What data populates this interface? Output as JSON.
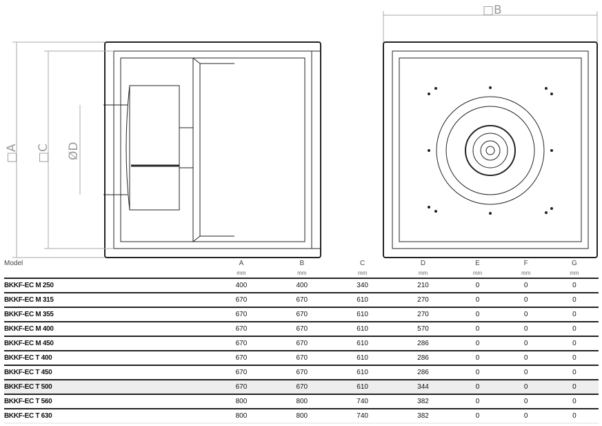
{
  "dimension_labels": {
    "a": "□A",
    "b": "□B",
    "c": "□C",
    "d": "ØD"
  },
  "table": {
    "columns": [
      "Model",
      "A",
      "B",
      "C",
      "D",
      "E",
      "F",
      "G"
    ],
    "units": [
      "",
      "mm",
      "mm",
      "mm",
      "mm",
      "mm",
      "mm",
      "mm"
    ],
    "rows": [
      [
        "BKKF-EC M 250",
        "400",
        "400",
        "340",
        "210",
        "0",
        "0",
        "0"
      ],
      [
        "BKKF-EC M 315",
        "670",
        "670",
        "610",
        "270",
        "0",
        "0",
        "0"
      ],
      [
        "BKKF-EC M 355",
        "670",
        "670",
        "610",
        "270",
        "0",
        "0",
        "0"
      ],
      [
        "BKKF-EC M 400",
        "670",
        "670",
        "610",
        "570",
        "0",
        "0",
        "0"
      ],
      [
        "BKKF-EC M 450",
        "670",
        "670",
        "610",
        "286",
        "0",
        "0",
        "0"
      ],
      [
        "BKKF-EC T 400",
        "670",
        "670",
        "610",
        "286",
        "0",
        "0",
        "0"
      ],
      [
        "BKKF-EC T 450",
        "670",
        "670",
        "610",
        "286",
        "0",
        "0",
        "0"
      ],
      [
        "BKKF-EC T 500",
        "670",
        "670",
        "610",
        "344",
        "0",
        "0",
        "0"
      ],
      [
        "BKKF-EC T 560",
        "800",
        "800",
        "740",
        "382",
        "0",
        "0",
        "0"
      ],
      [
        "BKKF-EC T 630",
        "800",
        "800",
        "740",
        "382",
        "0",
        "0",
        "0"
      ]
    ],
    "highlighted_row": 7
  }
}
